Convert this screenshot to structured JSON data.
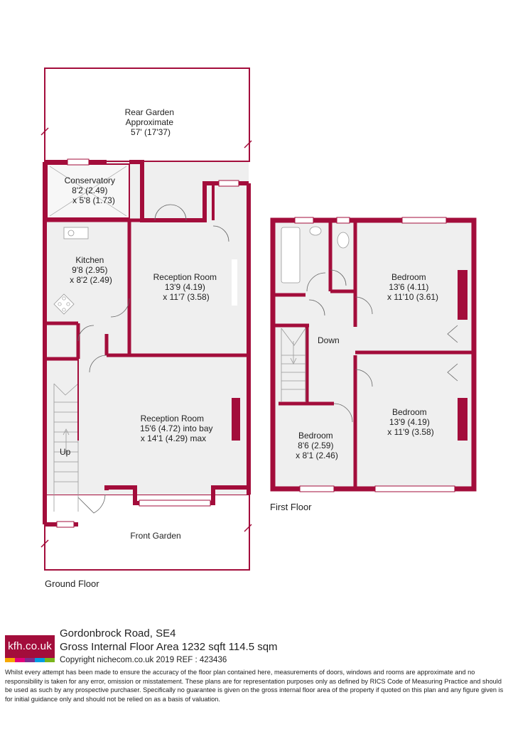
{
  "rooms": {
    "rear_garden": [
      "Rear Garden",
      "Approximate",
      "57' (17'37)"
    ],
    "conservatory": [
      "Conservatory",
      "8'2 (2.49)",
      "x 5'8 (1.73)"
    ],
    "kitchen": [
      "Kitchen",
      "9'8 (2.95)",
      "x 8'2 (2.49)"
    ],
    "reception_back": [
      "Reception Room",
      "13'9 (4.19)",
      "x 11'7 (3.58)"
    ],
    "reception_front": [
      "Reception Room",
      "15'6 (4.72)  into bay",
      "x 14'1 (4.29) max"
    ],
    "front_garden": [
      "Front Garden"
    ],
    "bedroom_1": [
      "Bedroom",
      "13'6 (4.11)",
      "x 11'10 (3.61)"
    ],
    "bedroom_2": [
      "Bedroom",
      "13'9 (4.19)",
      "x 11'9 (3.58)"
    ],
    "bedroom_3": [
      "Bedroom",
      "8'6 (2.59)",
      "x 8'1 (2.46)"
    ]
  },
  "stairs": {
    "up": "Up",
    "down": "Down"
  },
  "floors": {
    "ground": "Ground Floor",
    "first": "First Floor"
  },
  "info": {
    "address": "Gordonbrock Road, SE4",
    "area": "Gross Internal Floor Area 1232 sqft 114.5 sqm",
    "copyright": "Copyright nichecom.co.uk 2019 REF : 423436"
  },
  "logo": {
    "text": "kfh.co.uk"
  },
  "disclaimer": "Whilst every attempt has been made to ensure the accuracy of the floor plan contained here, measurements of doors, windows and rooms are approximate and no responsibility is taken for any error, omission or misstatement.  These plans are for representation purposes only as defined by RICS Code of Measuring Practice and should be used as such by any prospective purchaser.  Specifically no guarantee is given on the gross internal floor area of the property if quoted on this plan and any figure given is for initial guidance only and should not be relied on as a basis of valuation.",
  "colors": {
    "wall": "#a30d3b",
    "floor": "#efefef",
    "logo_strips": [
      "#f6a800",
      "#e2007a",
      "#7b2d8e",
      "#009ee3",
      "#7ab51d"
    ]
  }
}
